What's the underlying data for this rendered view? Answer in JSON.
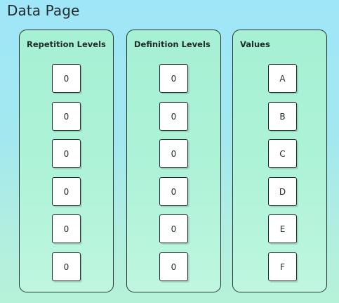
{
  "title": "Data Page",
  "columns": [
    {
      "header": "Repetition Levels",
      "cells": [
        "0",
        "0",
        "0",
        "0",
        "0",
        "0"
      ]
    },
    {
      "header": "Definition Levels",
      "cells": [
        "0",
        "0",
        "0",
        "0",
        "0",
        "0"
      ]
    },
    {
      "header": "Values",
      "cells": [
        "A",
        "B",
        "C",
        "D",
        "E",
        "F"
      ]
    }
  ]
}
